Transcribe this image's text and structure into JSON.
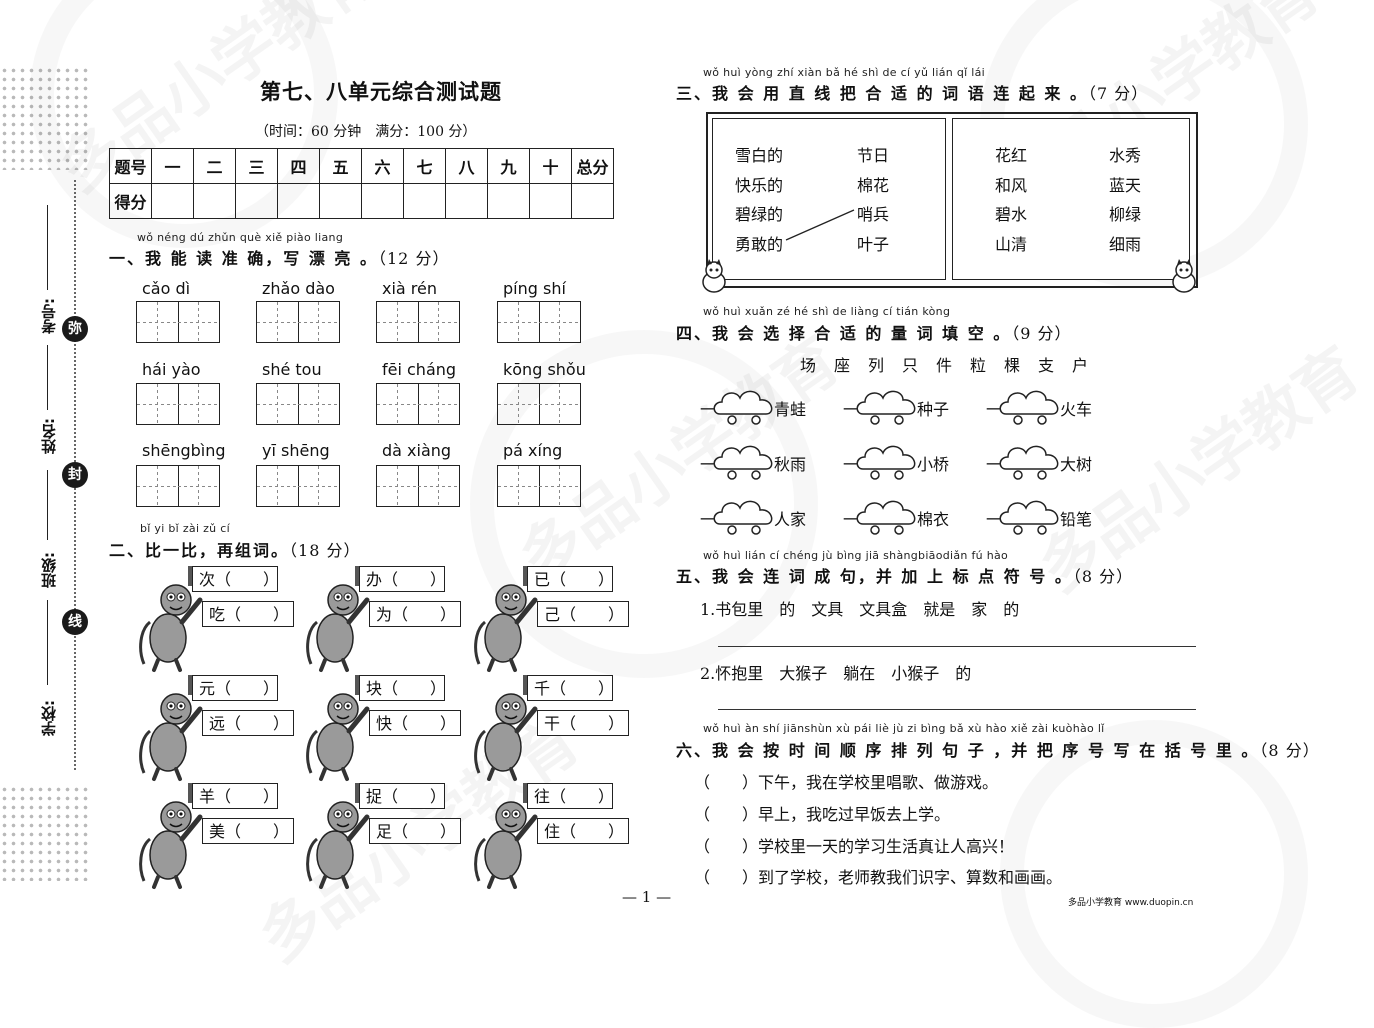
{
  "page": {
    "title": "第七、八单元综合测试题",
    "subtitle": "（时间：60 分钟　满分：100 分）",
    "page_number": "— 1 —",
    "footer_brand": "多品小学教育 www.duopin.cn",
    "watermark": "多品小学教育"
  },
  "binding": {
    "labels": [
      "考号:",
      "姓名:",
      "班级:",
      "学校:"
    ],
    "seals": [
      "弥",
      "封",
      "线"
    ]
  },
  "score_table": {
    "header": [
      "题号",
      "一",
      "二",
      "三",
      "四",
      "五",
      "六",
      "七",
      "八",
      "九",
      "十",
      "总分"
    ],
    "row2_label": "得分"
  },
  "section1": {
    "pinyin": "wǒ néng dú zhǔn què  xiě piào liang",
    "heading": "一、我 能 读 准 确，写 漂 亮 。",
    "points": "（12 分）",
    "words": [
      {
        "pinyin": "cǎo  dì"
      },
      {
        "pinyin": "zhǎo dào"
      },
      {
        "pinyin": "xià   rén"
      },
      {
        "pinyin": "píng  shí"
      },
      {
        "pinyin": "hái  yào"
      },
      {
        "pinyin": "shé   tou"
      },
      {
        "pinyin": "fēi cháng"
      },
      {
        "pinyin": "kōng shǒu"
      },
      {
        "pinyin": "shēngbìng"
      },
      {
        "pinyin": "yī  shēng"
      },
      {
        "pinyin": "dà  xiàng"
      },
      {
        "pinyin": "pá   xíng"
      }
    ]
  },
  "section2": {
    "pinyin": "bǐ  yi  bǐ    zài zǔ  cí",
    "heading": "二、比一比，再组词。",
    "points": "（18 分）",
    "pairs": [
      {
        "top": "次（　　）",
        "bottom": "吃（　　）"
      },
      {
        "top": "办（　　）",
        "bottom": "为（　　）"
      },
      {
        "top": "已（　　）",
        "bottom": "己（　　）"
      },
      {
        "top": "元（　　）",
        "bottom": "远（　　）"
      },
      {
        "top": "块（　　）",
        "bottom": "快（　　）"
      },
      {
        "top": "千（　　）",
        "bottom": "干（　　）"
      },
      {
        "top": "羊（　　）",
        "bottom": "美（　　）"
      },
      {
        "top": "捉（　　）",
        "bottom": "足（　　）"
      },
      {
        "top": "往（　　）",
        "bottom": "住（　　）"
      }
    ]
  },
  "section3": {
    "pinyin": "wǒ huì yòng zhí xiàn bǎ  hé  shì  de   cí   yǔ  lián  qǐ  lái",
    "heading": "三、我 会 用 直 线 把 合 适 的 词 语 连 起 来 。",
    "points": "（7 分）",
    "left_col1": [
      "雪白的",
      "快乐的",
      "碧绿的",
      "勇敢的"
    ],
    "left_col2": [
      "节日",
      "棉花",
      "哨兵",
      "叶子"
    ],
    "right_col1": [
      "花红",
      "和风",
      "碧水",
      "山清"
    ],
    "right_col2": [
      "水秀",
      "蓝天",
      "柳绿",
      "细雨"
    ]
  },
  "section4": {
    "pinyin": "wǒ huì xuǎn zé  hé  shì  de liàng cí  tián kòng",
    "heading": "四、我 会 选 择 合 适 的 量 词 填 空 。",
    "points": "（9 分）",
    "options": "场座列只件粒棵支户",
    "items": [
      {
        "prefix": "一",
        "noun": "青蛙"
      },
      {
        "prefix": "一",
        "noun": "种子"
      },
      {
        "prefix": "一",
        "noun": "火车"
      },
      {
        "prefix": "一",
        "noun": "秋雨"
      },
      {
        "prefix": "一",
        "noun": "小桥"
      },
      {
        "prefix": "一",
        "noun": "大树"
      },
      {
        "prefix": "一",
        "noun": "人家"
      },
      {
        "prefix": "一",
        "noun": "棉衣"
      },
      {
        "prefix": "一",
        "noun": "铅笔"
      }
    ]
  },
  "section5": {
    "pinyin": "wǒ huì lián  cí  chéng  jù     bìng jiā shàngbiāodiǎn  fú  hào",
    "heading": "五、我 会 连 词 成 句，并 加 上 标 点 符 号 。",
    "points": "（8 分）",
    "lines": [
      "1.书包里　的　文具　文具盒　就是　家　的",
      "2.怀抱里　大猴子　躺在　小猴子　的"
    ]
  },
  "section6": {
    "pinyin": "wǒ huì  àn  shí jiānshùn xù  pái  liè  jù    zi    bìng bǎ  xù hào xiě zài kuòhào  lǐ",
    "heading": "六、我 会 按 时 间 顺 序 排 列 句 子 ，并 把 序 号 写 在 括 号 里 。",
    "points": "（8 分）",
    "sentences": [
      "（　　）下午，我在学校里唱歌、做游戏。",
      "（　　）早上，我吃过早饭去上学。",
      "（　　）学校里一天的学习生活真让人高兴！",
      "（　　）到了学校，老师教我们识字、算数和画画。"
    ]
  }
}
